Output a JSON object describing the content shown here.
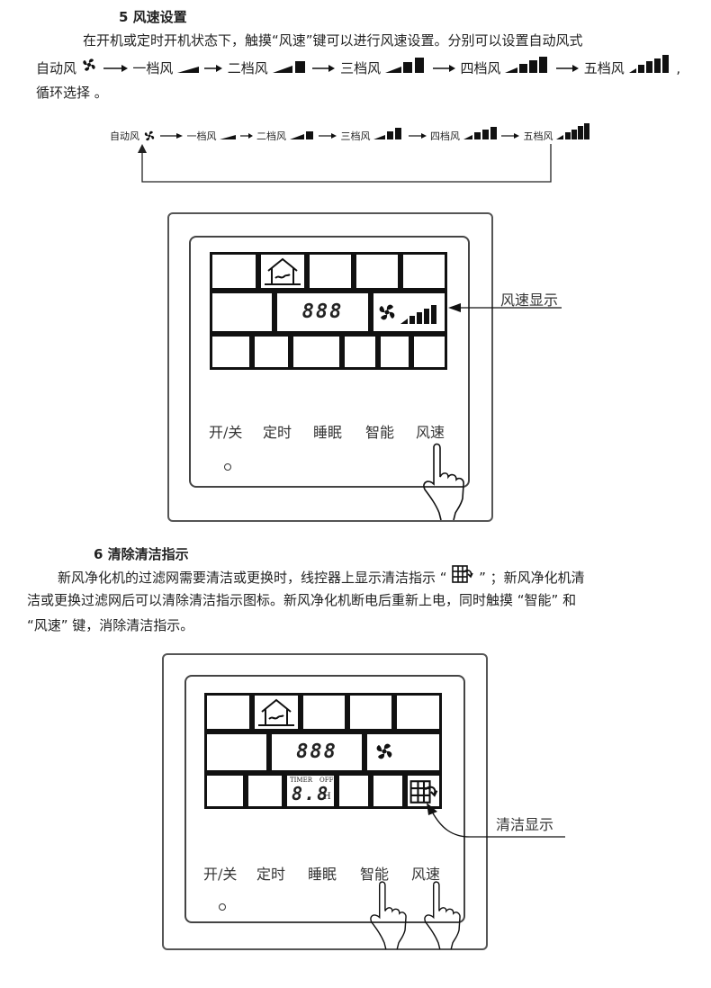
{
  "section5": {
    "heading": "5 风速设置",
    "para_line1": "在开机或定时开机状态下，触摸“风速”键可以进行风速设置。分别可以设置自动风式",
    "seq": [
      "自动风",
      "一档风",
      "二档风",
      "三档风",
      "四档风",
      "五档风"
    ],
    "seq_end": ",",
    "para_line3": "循环选择 。",
    "callout": "风速显示"
  },
  "section6": {
    "heading": "6 清除清洁指示",
    "para_line1a": "新风净化机的过滤网需要清洁或更换时，线控器上显示清洁指示 “",
    "para_line1b": "” ；新风净化机清",
    "para_line2": "洁或更换过滤网后可以清除清洁指示图标。新风净化机断电后重新上电，同时触摸 “智能” 和",
    "para_line3": "“风速” 键，消除清洁指示。",
    "callout": "清洁显示"
  },
  "panel": {
    "digits": "888",
    "timer_label": "TIMER",
    "off_label": "OFF",
    "timer_digits": "8.8",
    "hour_unit": "H",
    "buttons": [
      "开/关",
      "定时",
      "睡眠",
      "智能",
      "风速"
    ]
  },
  "colors": {
    "ink": "#111111",
    "text": "#222222",
    "frame": "#555555"
  },
  "icons": [
    "fan-icon",
    "arrow-icon",
    "fan-speed-bars-icon",
    "house-icon",
    "filter-clean-icon",
    "hand-touch-icon"
  ]
}
